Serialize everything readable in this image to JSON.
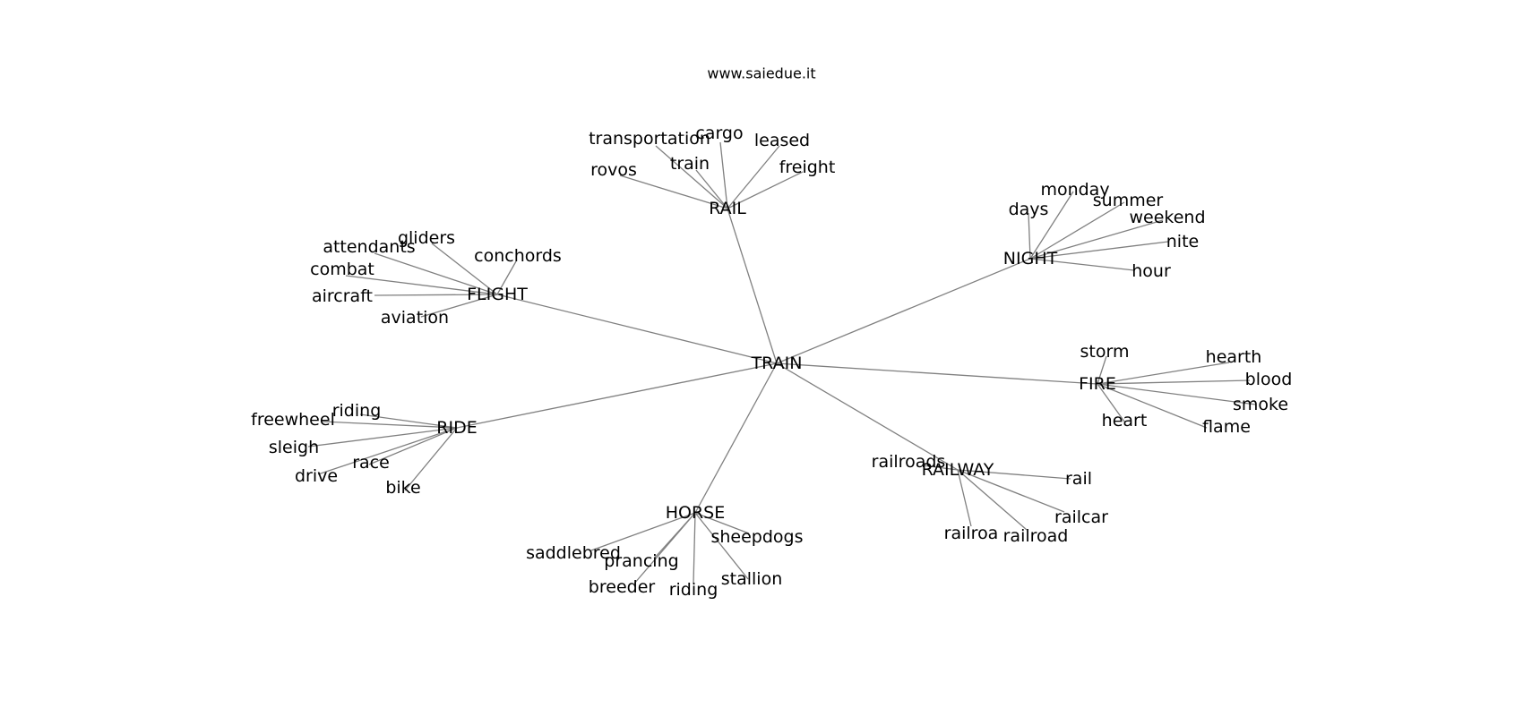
{
  "watermark": "www.saiedue.it",
  "graph": {
    "center": "TRAIN",
    "hubs": [
      {
        "label": "RAIL",
        "leaves": [
          "transportation",
          "cargo",
          "leased",
          "train",
          "freight",
          "rovos"
        ]
      },
      {
        "label": "FLIGHT",
        "leaves": [
          "gliders",
          "attendants",
          "conchords",
          "combat",
          "aircraft",
          "aviation"
        ]
      },
      {
        "label": "NIGHT",
        "leaves": [
          "monday",
          "days",
          "summer",
          "weekend",
          "nite",
          "hour"
        ]
      },
      {
        "label": "FIRE",
        "leaves": [
          "storm",
          "hearth",
          "blood",
          "smoke",
          "heart",
          "flame"
        ]
      },
      {
        "label": "RIDE",
        "leaves": [
          "riding",
          "freewheel",
          "sleigh",
          "race",
          "drive",
          "bike"
        ]
      },
      {
        "label": "RAILWAY",
        "leaves": [
          "railroads",
          "rail",
          "railcar",
          "railroa",
          "railroad"
        ]
      },
      {
        "label": "HORSE",
        "leaves": [
          "sheepdogs",
          "saddlebred",
          "prancing",
          "breeder",
          "riding",
          "stallion"
        ]
      }
    ]
  }
}
